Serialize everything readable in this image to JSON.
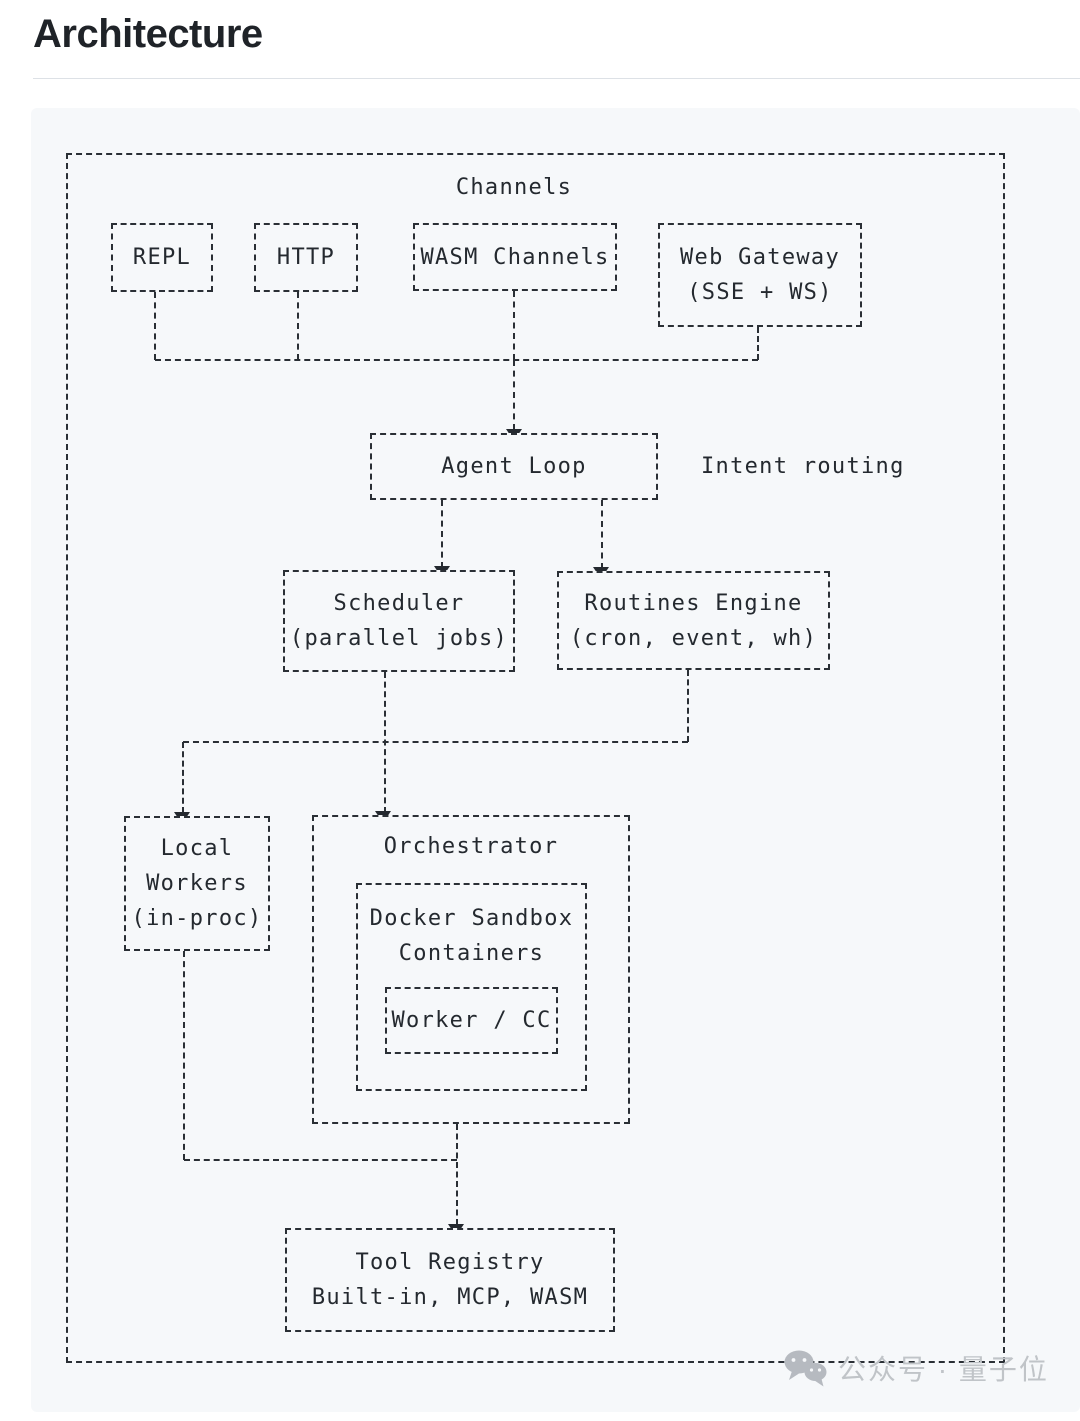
{
  "page": {
    "title": "Architecture"
  },
  "diagram": {
    "channels_label": "Channels",
    "intent_routing_label": "Intent routing",
    "colors": {
      "stroke": "#2a2f35",
      "text": "#24292f",
      "panel_bg": "#f6f8fa"
    },
    "nodes": {
      "repl": {
        "lines": [
          "REPL"
        ]
      },
      "http": {
        "lines": [
          "HTTP"
        ]
      },
      "wasm_channels": {
        "lines": [
          "WASM Channels"
        ]
      },
      "web_gateway": {
        "lines": [
          "Web Gateway",
          "(SSE + WS)"
        ]
      },
      "agent_loop": {
        "lines": [
          "Agent Loop"
        ]
      },
      "scheduler": {
        "lines": [
          "Scheduler",
          "(parallel jobs)"
        ]
      },
      "routines_engine": {
        "lines": [
          "Routines Engine",
          "(cron, event, wh)"
        ]
      },
      "local_workers": {
        "lines": [
          "Local",
          "Workers",
          "(in-proc)"
        ]
      },
      "orchestrator": {
        "lines": [
          "Orchestrator"
        ]
      },
      "docker_sandbox": {
        "lines": [
          "Docker Sandbox",
          "Containers"
        ]
      },
      "worker_cc": {
        "lines": [
          "Worker / CC"
        ]
      },
      "tool_registry": {
        "lines": [
          "Tool Registry",
          "Built-in, MCP, WASM"
        ]
      }
    },
    "edges": [
      {
        "from": "repl",
        "to": "agent_loop"
      },
      {
        "from": "http",
        "to": "agent_loop"
      },
      {
        "from": "wasm_channels",
        "to": "agent_loop"
      },
      {
        "from": "web_gateway",
        "to": "agent_loop"
      },
      {
        "from": "agent_loop",
        "to": "scheduler"
      },
      {
        "from": "agent_loop",
        "to": "routines_engine"
      },
      {
        "from": "scheduler",
        "to": "orchestrator"
      },
      {
        "from": "routines_engine",
        "to": "local_workers"
      },
      {
        "from": "local_workers",
        "to": "tool_registry"
      },
      {
        "from": "orchestrator",
        "to": "tool_registry"
      }
    ],
    "containment": [
      {
        "parent": "orchestrator",
        "child": "docker_sandbox"
      },
      {
        "parent": "docker_sandbox",
        "child": "worker_cc"
      }
    ]
  },
  "watermark": {
    "text": "公众号 · 量子位",
    "icon": "wechat-icon"
  }
}
